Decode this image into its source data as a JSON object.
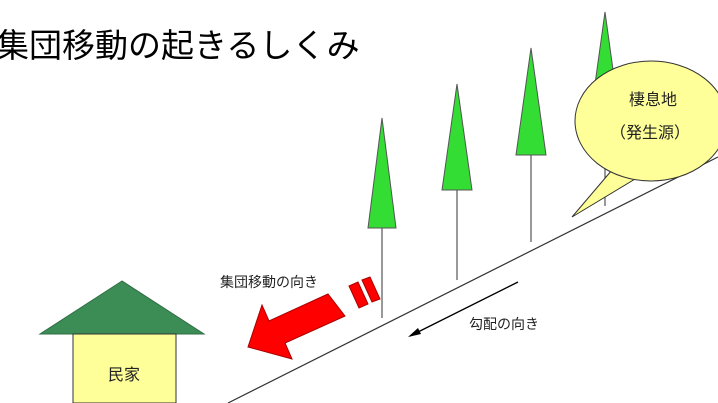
{
  "title": "集団移動の起きるしくみ",
  "labels": {
    "house": "民家",
    "movement_direction": "集団移動の向き",
    "slope_direction": "勾配の向き",
    "habitat_line1": "棲息地",
    "habitat_line2": "（発生源）"
  },
  "colors": {
    "tree_fill": "#33dd33",
    "roof_fill": "#3c8c55",
    "house_fill": "#ffff99",
    "bubble_fill": "#ffff99",
    "arrow_fill": "#ff0000"
  }
}
